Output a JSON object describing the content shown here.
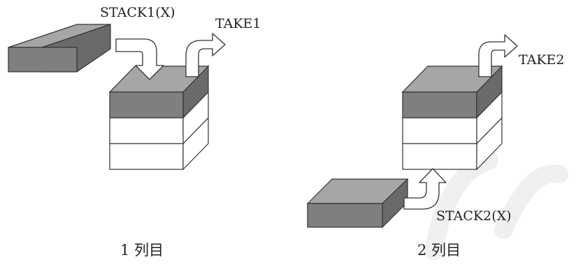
{
  "colors": {
    "filled_box": "#7f7f7f",
    "filled_top": "#a6a6a6",
    "filled_side": "#6a6a6a",
    "empty_box": "#ffffff",
    "stroke": "#333333",
    "text": "#222222"
  },
  "diagram_left": {
    "stack_label": "STACK1(X)",
    "take_label": "TAKE1",
    "caption": "1 列目"
  },
  "diagram_right": {
    "stack_label": "STACK2(X)",
    "take_label": "TAKE2",
    "caption": "2 列目"
  }
}
